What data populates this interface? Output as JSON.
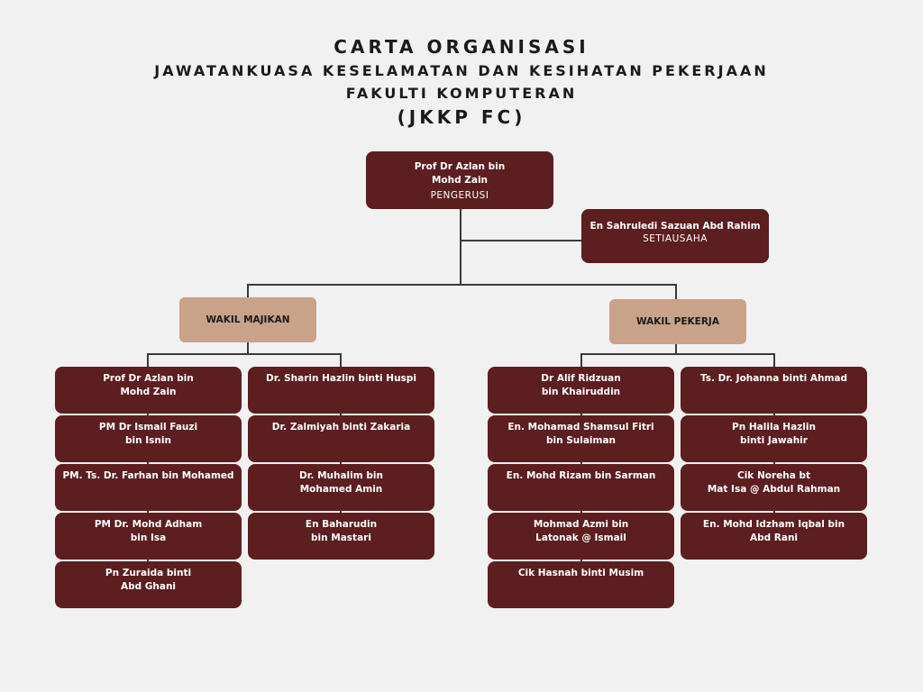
{
  "title": {
    "line1": "CARTA ORGANISASI",
    "line2": "JAWATANKUASA KESELAMATAN DAN KESIHATAN PEKERJAAN",
    "line3": "FAKULTI KOMPUTERAN",
    "line4": "(JKKP FC)"
  },
  "chair": {
    "name": "Prof Dr Azlan bin\nMohd Zain",
    "role": "PENGERUSI"
  },
  "secretary": {
    "name": "En Sahruledi Sazuan Abd Rahim",
    "role": "SETIAUSAHA"
  },
  "groups": [
    {
      "label": "WAKIL MAJIKAN",
      "columns": [
        [
          "Prof Dr Azlan bin\nMohd Zain",
          "PM Dr Ismail Fauzi\nbin Isnin",
          "PM. Ts. Dr. Farhan bin Mohamed",
          "PM Dr. Mohd Adham\nbin Isa",
          "Pn Zuraida binti\nAbd Ghani"
        ],
        [
          "Dr. Sharin Hazlin binti Huspi",
          "Dr. Zalmiyah binti Zakaria",
          "Dr. Muhalim bin\nMohamed Amin",
          "En Baharudin\nbin Mastari"
        ]
      ]
    },
    {
      "label": "WAKIL PEKERJA",
      "columns": [
        [
          "Dr Alif Ridzuan\nbin Khairuddin",
          "En. Mohamad Shamsul Fitri\nbin Sulaiman",
          "En. Mohd Rizam bin Sarman",
          "Mohmad Azmi bin\nLatonak @ Ismail",
          "Cik Hasnah binti Musim"
        ],
        [
          "Ts. Dr. Johanna binti Ahmad",
          "Pn Halila Hazlin\nbinti Jawahir",
          "Cik Noreha bt\nMat Isa @ Abdul Rahman",
          "En. Mohd Idzham Iqbal bin\nAbd Rani"
        ]
      ]
    }
  ]
}
